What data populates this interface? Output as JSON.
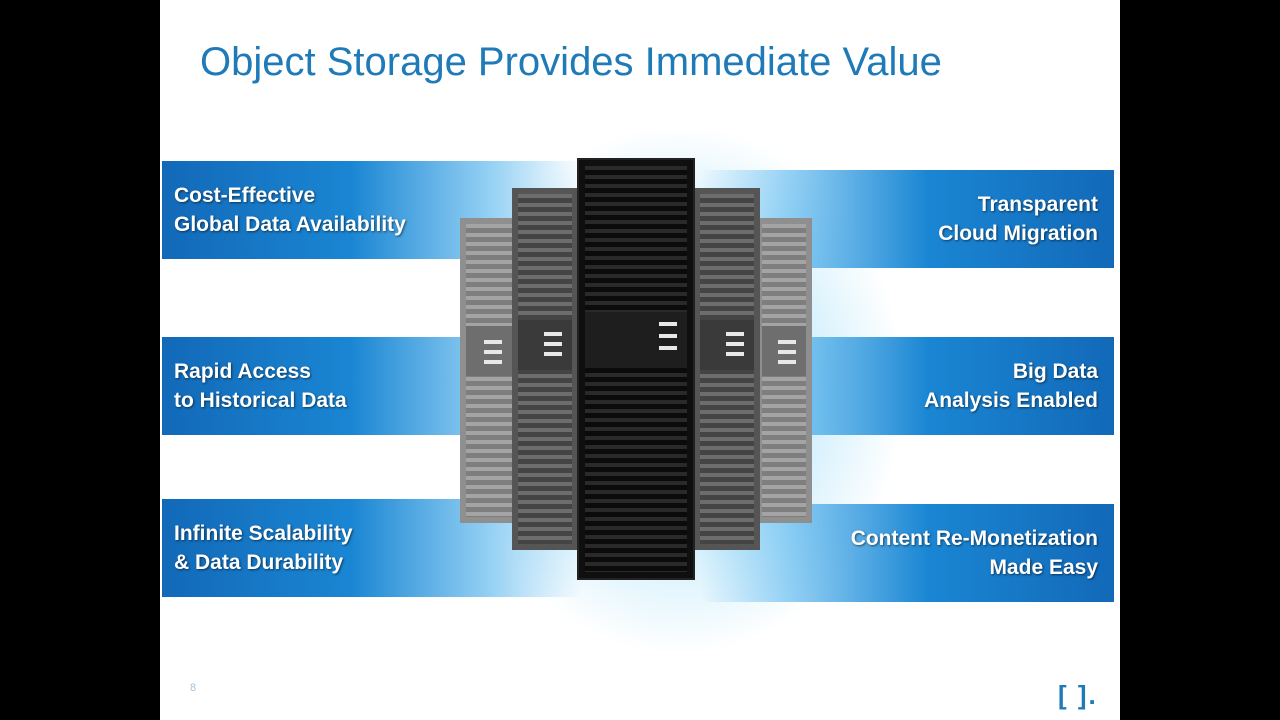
{
  "slide": {
    "title": "Object Storage Provides Immediate Value",
    "page_number": "8",
    "logo_mark": "[ ]."
  },
  "bands": {
    "left": [
      {
        "line1": "Cost-Effective",
        "line2": "Global Data Availability"
      },
      {
        "line1": "Rapid Access",
        "line2": "to Historical Data"
      },
      {
        "line1": "Infinite Scalability",
        "line2": "& Data Durability"
      }
    ],
    "right": [
      {
        "line1": "Transparent",
        "line2": "Cloud Migration"
      },
      {
        "line1": "Big Data",
        "line2": "Analysis Enabled"
      },
      {
        "line1": "Content Re-Monetization",
        "line2": "Made Easy"
      }
    ]
  },
  "colors": {
    "title": "#1f7ab8",
    "band_blue": "#1a86d3",
    "background": "#ffffff",
    "frame": "#000000"
  },
  "icons": [
    "server-rack-image",
    "logo-icon"
  ]
}
